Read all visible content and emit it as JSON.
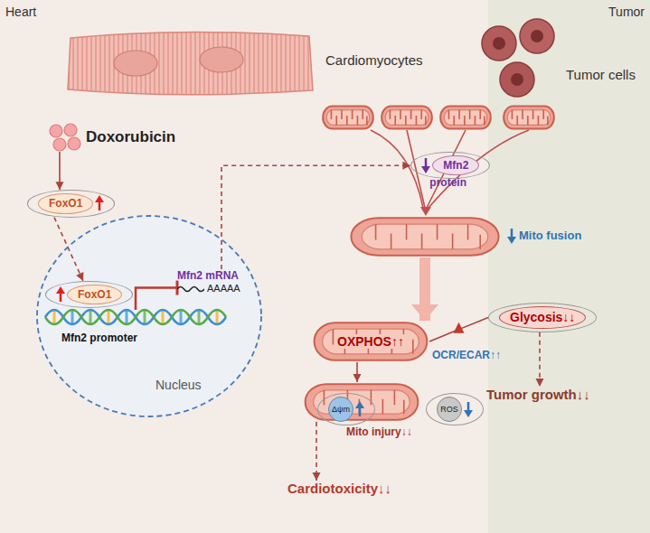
{
  "diagram": {
    "nodes": [
      {
        "text": [
          "Heart"
        ]
      },
      {
        "text": [
          "Tumor"
        ]
      },
      {
        "text": [
          "Doxorubicin"
        ],
        "in": 0
      },
      {
        "text": [
          "FoxO1"
        ],
        "in": 0
      },
      {
        "text": [
          "Nucleus"
        ],
        "in": 0
      },
      {
        "text": [
          "FoxO1"
        ],
        "in": 4
      },
      {
        "text": [
          "Mfn2 promoter"
        ],
        "in": 4
      },
      {
        "text": [
          "Mfn2 mRNA",
          "AAAAA"
        ],
        "in": 4
      },
      {
        "text": [
          "Mfn2",
          "protein"
        ],
        "in": 0
      },
      {
        "text": [
          "Mito fusion"
        ],
        "in": 0
      },
      {
        "text": [
          "OXPHOS↑↑"
        ],
        "in": 0
      },
      {
        "text": [
          "Glycosis↓↓"
        ],
        "in": 1
      },
      {
        "text": [
          "Mito injury↓↓"
        ],
        "in": 0
      },
      {
        "text": [
          "Δψm"
        ],
        "in": 12
      },
      {
        "text": [
          "ROS"
        ],
        "in": 12
      },
      {
        "text": [
          "Cardiotoxicity↓↓"
        ],
        "in": 0
      },
      {
        "text": [
          "Tumor growth↓↓"
        ],
        "in": 1
      }
    ],
    "edges": [
      {
        "from": 2,
        "to": 3,
        "arrow": "to"
      },
      {
        "from": 3,
        "to": 5,
        "arrow": "to"
      },
      {
        "from": 6,
        "to": 7,
        "arrow": "to"
      },
      {
        "from": 7,
        "to": 8,
        "arrow": "to"
      },
      {
        "from": 9,
        "to": 10,
        "arrow": "to"
      },
      {
        "from": 10,
        "to": 11,
        "arrow": "none"
      },
      {
        "from": 10,
        "to": 12,
        "arrow": "to"
      },
      {
        "from": 12,
        "to": 15,
        "arrow": "to"
      },
      {
        "from": 11,
        "to": 16,
        "arrow": "to"
      }
    ],
    "labels": [
      "Cardiomyocytes",
      "Tumor cells",
      "OCR/ECAR↑↑"
    ]
  }
}
